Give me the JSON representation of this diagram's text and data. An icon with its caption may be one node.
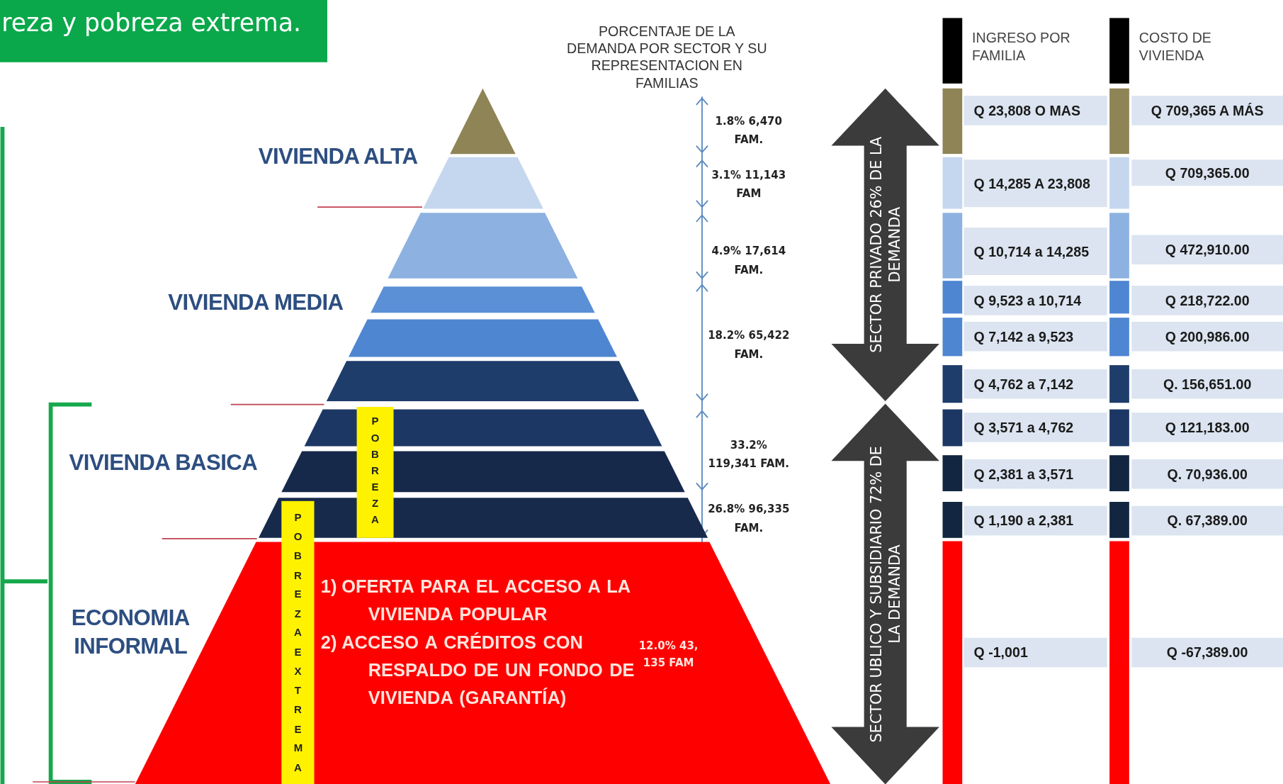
{
  "diagram": {
    "title": "reza y pobreza extrema.",
    "nodes": [
      {
        "text": [],
        "shape": "triangle"
      },
      {
        "text": [],
        "shape": "band"
      },
      {
        "text": [],
        "shape": "band"
      },
      {
        "text": [],
        "shape": "band"
      },
      {
        "text": [],
        "shape": "band"
      },
      {
        "text": [],
        "shape": "band"
      },
      {
        "text": [],
        "shape": "band"
      },
      {
        "text": [],
        "shape": "band"
      },
      {
        "text": [],
        "shape": "band"
      },
      {
        "text": [
          "1) OFERTA PARA EL ACCESO A LA VIVIENDA POPULAR",
          "2) ACCESO A CRÉDITOS CON RESPALDO DE UN FONDO DE VIVIENDA (GARANTÍA)"
        ]
      },
      {
        "text": [
          "POBREZA"
        ]
      },
      {
        "text": [
          "POBREZAEXTREMA"
        ]
      },
      {
        "text": [
          "SECTOR PRIVADO 26% DE LA DEMANDA"
        ]
      },
      {
        "text": [
          "SECTOR UBLICO Y SUBSIDIARIO 72% DE LA DEMANDA"
        ]
      }
    ],
    "labels": [
      "PORCENTAJE DE LA DEMANDA POR SECTOR Y SU REPRESENTACION EN FAMILIAS",
      "INGRESO POR FAMILIA",
      "COSTO DE VIVIENDA",
      "1.8% 6,470 FAM.",
      "Q 23,808 O MAS",
      "Q 709,365 A MÁS",
      "VIVIENDA ALTA",
      "3.1% 11,143 FAM",
      "Q 14,285 A 23,808",
      "Q 709,365.00",
      "4.9% 17,614 FAM.",
      "Q 10,714 a 14,285",
      "Q 472,910.00",
      "VIVIENDA MEDIA",
      "Q 9,523 a 10,714",
      "Q 218,722.00",
      "18.2% 65,422 FAM.",
      "Q 7,142 a 9,523",
      "Q 200,986.00",
      "Q 4,762 a 7,142",
      "Q. 156,651.00",
      "Q 3,571 a 4,762",
      "Q 121,183.00",
      "33.2% 119,341 FAM.",
      "VIVIENDA BASICA",
      "Q 2,381 a 3,571",
      "Q. 70,936.00",
      "26.8% 96,335 FAM.",
      "Q 1,190 a 2,381",
      "Q. 67,389.00",
      "ECONOMIA INFORMAL",
      "12.0% 43, 135 FAM",
      "Q -1,001",
      "Q -67,389.00"
    ]
  }
}
